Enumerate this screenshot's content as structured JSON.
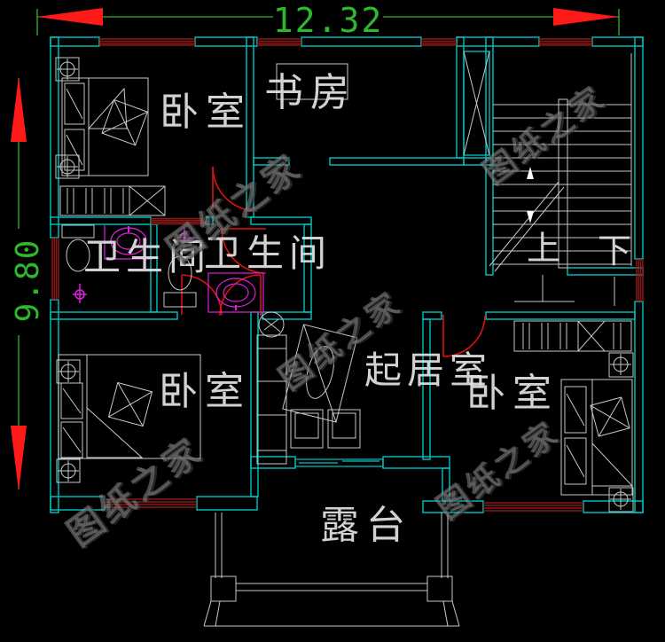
{
  "drawing": {
    "type": "floor-plan",
    "dimensions": {
      "width_label": "12.32",
      "height_label": "9.80"
    },
    "rooms": [
      {
        "id": "bedroom-top-left",
        "label": "卧室"
      },
      {
        "id": "study",
        "label": "书房"
      },
      {
        "id": "bathroom-1",
        "label": "卫生间"
      },
      {
        "id": "bathroom-2",
        "label": "卫生间"
      },
      {
        "id": "living-room",
        "label": "起居室"
      },
      {
        "id": "bedroom-bottom-left",
        "label": "卧室"
      },
      {
        "id": "bedroom-bottom-right",
        "label": "卧室"
      },
      {
        "id": "terrace",
        "label": "露台"
      }
    ],
    "stairs": {
      "up_label": "上",
      "down_label": "下"
    },
    "watermark": {
      "text": "图纸之家"
    },
    "colors": {
      "background": "#000000",
      "wall": "#00c6c6",
      "window": "#8c1818",
      "door": "#e01010",
      "dimension_line": "#2eb82e",
      "dimension_arrow": "#ff1a1a",
      "fixture": "#e020e0",
      "furniture": "#c8c8c8",
      "watermark": "#969696"
    }
  }
}
